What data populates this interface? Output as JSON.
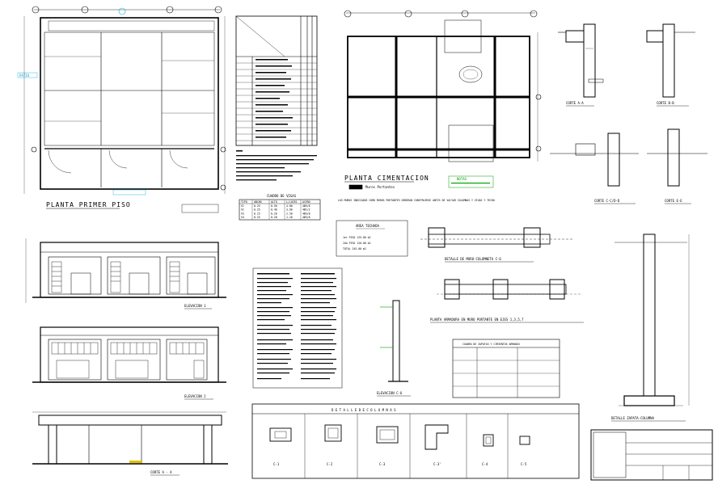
{
  "drawing": {
    "colors": {
      "line": "#000000",
      "accent_blue": "#00aadd",
      "accent_green": "#00a000",
      "accent_yellow": "#e0c000",
      "hatch": "#333333"
    },
    "titles": {
      "planta_primer_piso": "PLANTA PRIMER PISO",
      "planta_cimentacion": "PLANTA CIMENTACION",
      "elevacion_1": "ELEVACION 1",
      "elevacion_2": "ELEVACION 2",
      "corte_a_a_left": "CORTE A - A",
      "corte_a_a": "CORTE A-A",
      "corte_b_b": "CORTE B-B",
      "corte_c_c_d_d": "CORTE C-C/D-D",
      "corte_e_e": "CORTE E-E",
      "detalle_muro_columneta": "DETALLE DE MURO-COLUMNETA C-6",
      "planta_armadura": "PLANTA ARMADURA EN MURO PORTANTE EN EJES 1,3,5,7",
      "elevacion_c6": "ELEVACION C-6",
      "detalle_zapata_columna": "DETALLE ZAPATA-COLUMNA",
      "detalle_columnas": "D E T A L L E   D E   C O L U M N A S",
      "cuadro_zapatas": "CUADRO DE ZAPATAS Y CIMIENTOS ARMADOS",
      "cuadro_vigas": "CUADRO DE VIGAS",
      "area_techada": "AREA TECHADA",
      "notas": "NOTAS",
      "muros_portantes": "Muros Portantes",
      "nota_muros": "LOS MUROS INDICADOS COMO MUROS PORTANTES DEBERAN CONSTRUIRSE ANTES DE VACIAR COLUMNAS Y VIGAS Y TECHO"
    },
    "column_labels": [
      "C-1",
      "C-2",
      "C-3",
      "C-3'",
      "C-4",
      "C-5"
    ],
    "cuadro_vigas_headers": [
      "TIPO",
      "ANCHO",
      "ALTO",
      "L/LUCES",
      "ACERO"
    ],
    "cuadro_vigas_rows": [
      [
        "V1",
        "0.25",
        "0.50",
        "4.80",
        "4Ø5/8"
      ],
      [
        "V2",
        "0.25",
        "0.40",
        "3.60",
        "4Ø1/2"
      ],
      [
        "V3",
        "0.15",
        "0.20",
        "2.50",
        "4Ø3/8"
      ],
      [
        "V4",
        "0.25",
        "0.20",
        "1.20",
        "4Ø3/8"
      ]
    ],
    "area_rows": [
      "1er PISO  125.00 m2",
      "2do PISO  120.00 m2",
      "TOTAL    245.00 m2"
    ]
  }
}
